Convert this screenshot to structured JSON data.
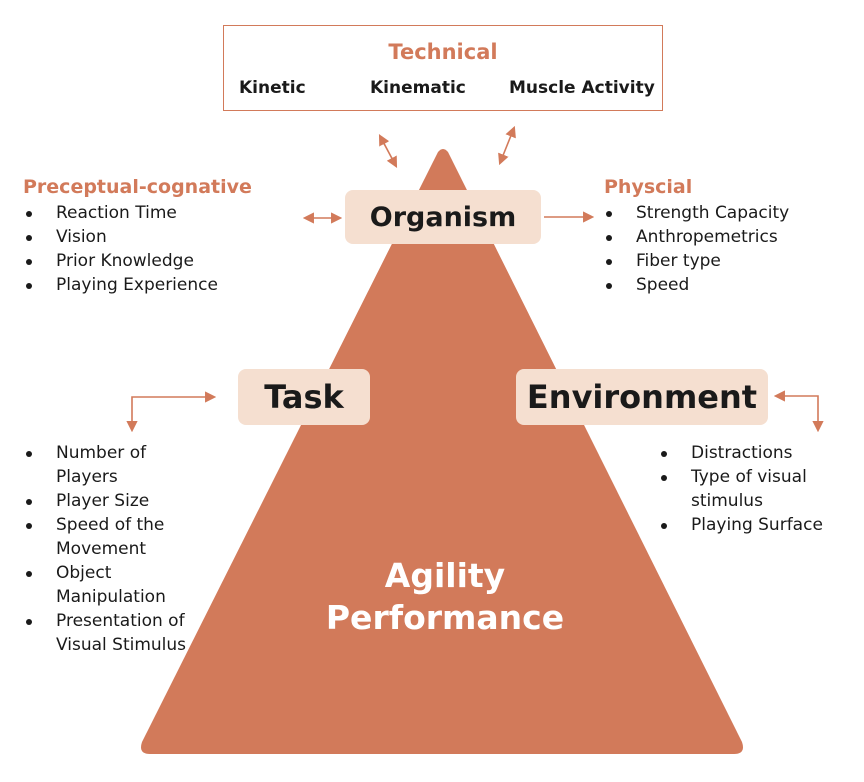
{
  "technical": {
    "title": "Technical",
    "items": [
      "Kinetic",
      "Kinematic",
      "Muscle Activity"
    ]
  },
  "perceptual": {
    "title": "Preceptual-cognative",
    "items": [
      "Reaction Time",
      "Vision",
      "Prior Knowledge",
      "Playing Experience"
    ]
  },
  "physical": {
    "title": "Physcial",
    "items": [
      "Strength Capacity",
      "Anthropemetrics",
      "Fiber type",
      "Speed"
    ]
  },
  "organism": "Organism",
  "task": {
    "label": "Task",
    "items": [
      "Number of Players",
      "Player Size",
      "Speed of the Movement",
      "Object Manipulation",
      "Presentation of Visual Stimulus"
    ]
  },
  "environment": {
    "label": "Environment",
    "items": [
      "Distractions",
      "Type of visual stimulus",
      "Playing Surface"
    ]
  },
  "agility": {
    "line1": "Agility",
    "line2": "Performance"
  },
  "colors": {
    "triangle": "#d27a5a",
    "box": "#f5dfd0",
    "accent": "#d27a5a"
  }
}
